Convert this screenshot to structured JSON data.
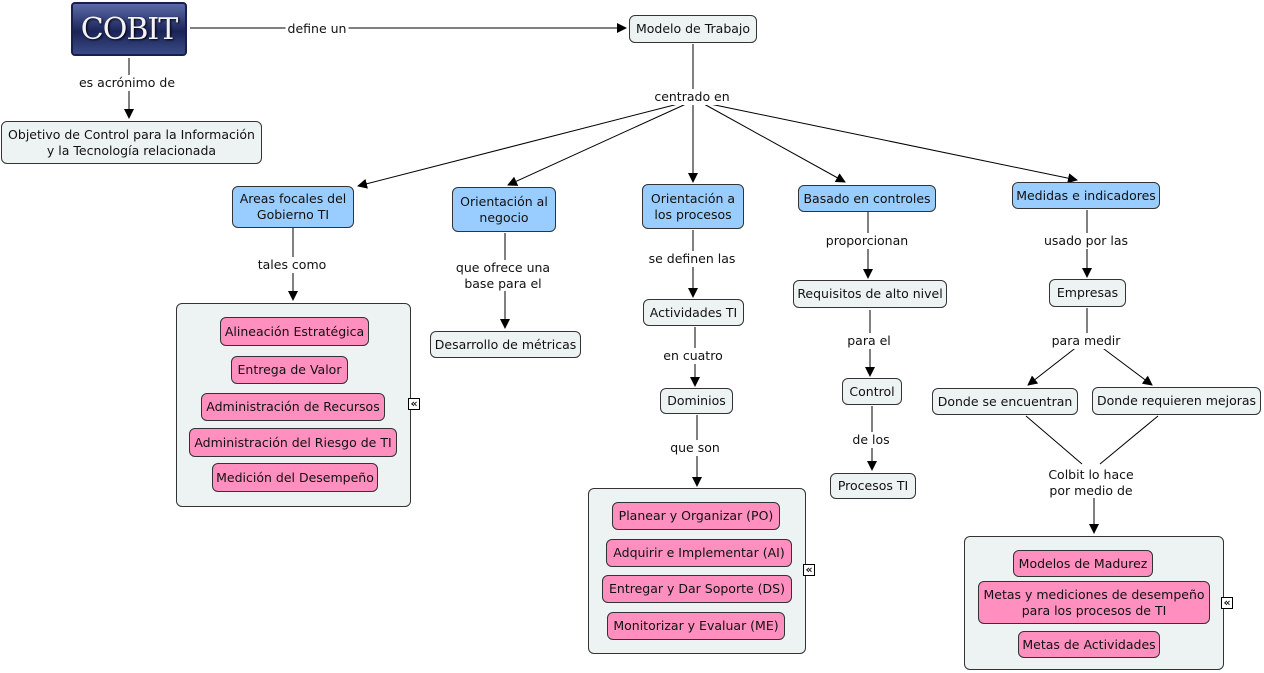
{
  "logo": {
    "text": "COBIT"
  },
  "nodes": {
    "modelo": "Modelo de Trabajo",
    "objetivo": "Objetivo de Control para la Información\ny la Tecnología relacionada",
    "areas": "Areas focales del\nGobierno TI",
    "orientacion_negocio": "Orientación al\nnegocio",
    "orientacion_procesos": "Orientación a\nlos procesos",
    "basado": "Basado en controles",
    "medidas": "Medidas e indicadores",
    "desarrollo": "Desarrollo de métricas",
    "actividades": "Actividades TI",
    "requisitos": "Requisitos de alto nivel",
    "empresas": "Empresas",
    "dominios": "Dominios",
    "control": "Control",
    "procesos": "Procesos TI",
    "donde_encuentran": "Donde se encuentran",
    "donde_mejoras": "Donde requieren mejoras"
  },
  "areas_items": [
    "Alineación Estratégica",
    "Entrega de Valor",
    "Administración de Recursos",
    "Administración del Riesgo de TI",
    "Medición del Desempeño"
  ],
  "dominios_items": [
    "Planear y Organizar (PO)",
    "Adquirir e Implementar (AI)",
    "Entregar y Dar Soporte (DS)",
    "Monitorizar y Evaluar (ME)"
  ],
  "cobit_items": [
    "Modelos de Madurez",
    "Metas y mediciones de desempeño\npara los procesos de TI",
    "Metas de Actividades"
  ],
  "links": {
    "define": "define un",
    "acronimo": "es acrónimo de",
    "centrado": "centrado en",
    "tales": "tales como",
    "ofrece": "que ofrece una\nbase para el",
    "definen": "se definen las",
    "proporcionan": "proporcionan",
    "usado": "usado por las",
    "cuatro": "en cuatro",
    "para_el": "para el",
    "para_medir": "para medir",
    "que_son": "que son",
    "de_los": "de los",
    "hace": "Colbit lo hace\npor medio de"
  },
  "expand_symbol": "«",
  "colors": {
    "concept_gray": "#edf3f3",
    "concept_blue": "#99ccff",
    "concept_pink": "#ff8fbf",
    "line": "#000000"
  }
}
